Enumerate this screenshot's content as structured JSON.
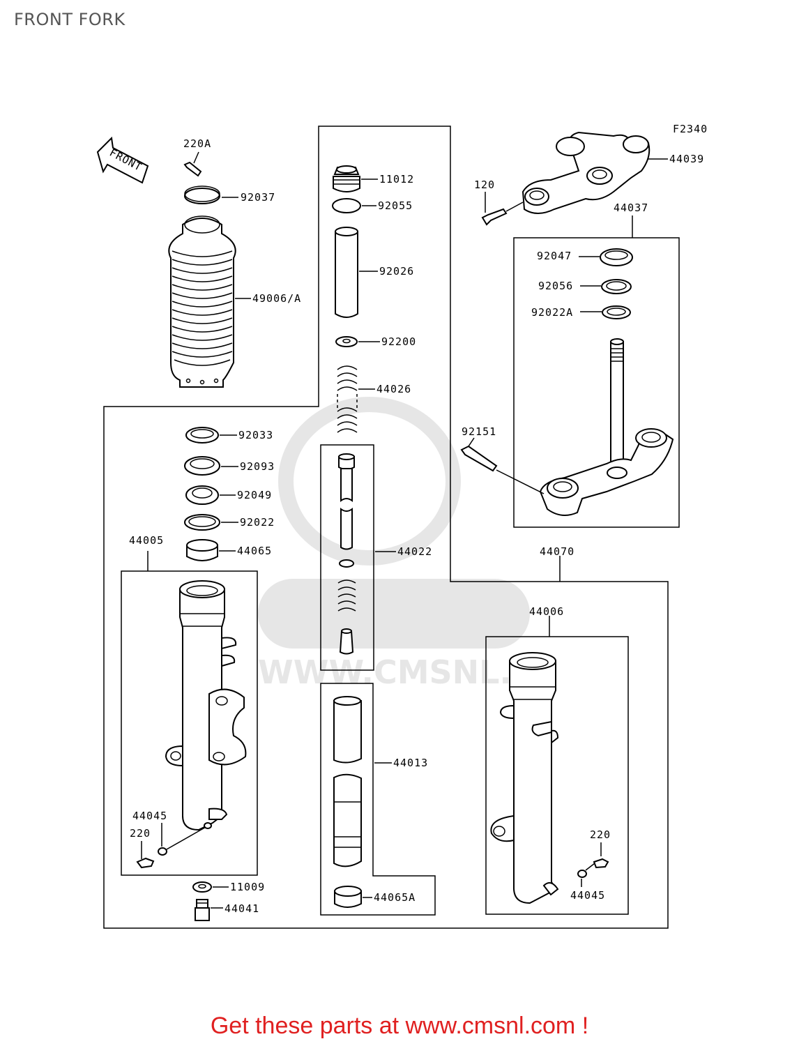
{
  "title": "FRONT FORK",
  "figure_code": "F2340",
  "front_arrow_label": "FRONT",
  "watermark": {
    "brand": "CMS",
    "site": "WWW.CMSNL.COM"
  },
  "promo_text": "Get these parts at www.cmsnl.com !",
  "colors": {
    "promo": "#e02020",
    "title": "#555555",
    "lines": "#000000"
  },
  "parts": {
    "p220A": "220A",
    "p92037": "92037",
    "p49006A": "49006/A",
    "p11012": "11012",
    "p92055": "92055",
    "p92026": "92026",
    "p92200": "92200",
    "p44026": "44026",
    "p44039": "44039",
    "p120": "120",
    "p44037": "44037",
    "p92047": "92047",
    "p92056": "92056",
    "p92022A": "92022A",
    "p92151": "92151",
    "p92033": "92033",
    "p92093": "92093",
    "p92049": "92049",
    "p92022": "92022",
    "p44065": "44065",
    "p44005": "44005",
    "p44022": "44022",
    "p44070": "44070",
    "p44006": "44006",
    "p44013": "44013",
    "p44045L": "44045",
    "p220L": "220",
    "p11009": "11009",
    "p44041": "44041",
    "p44065A": "44065A",
    "p220R": "220",
    "p44045R": "44045"
  }
}
